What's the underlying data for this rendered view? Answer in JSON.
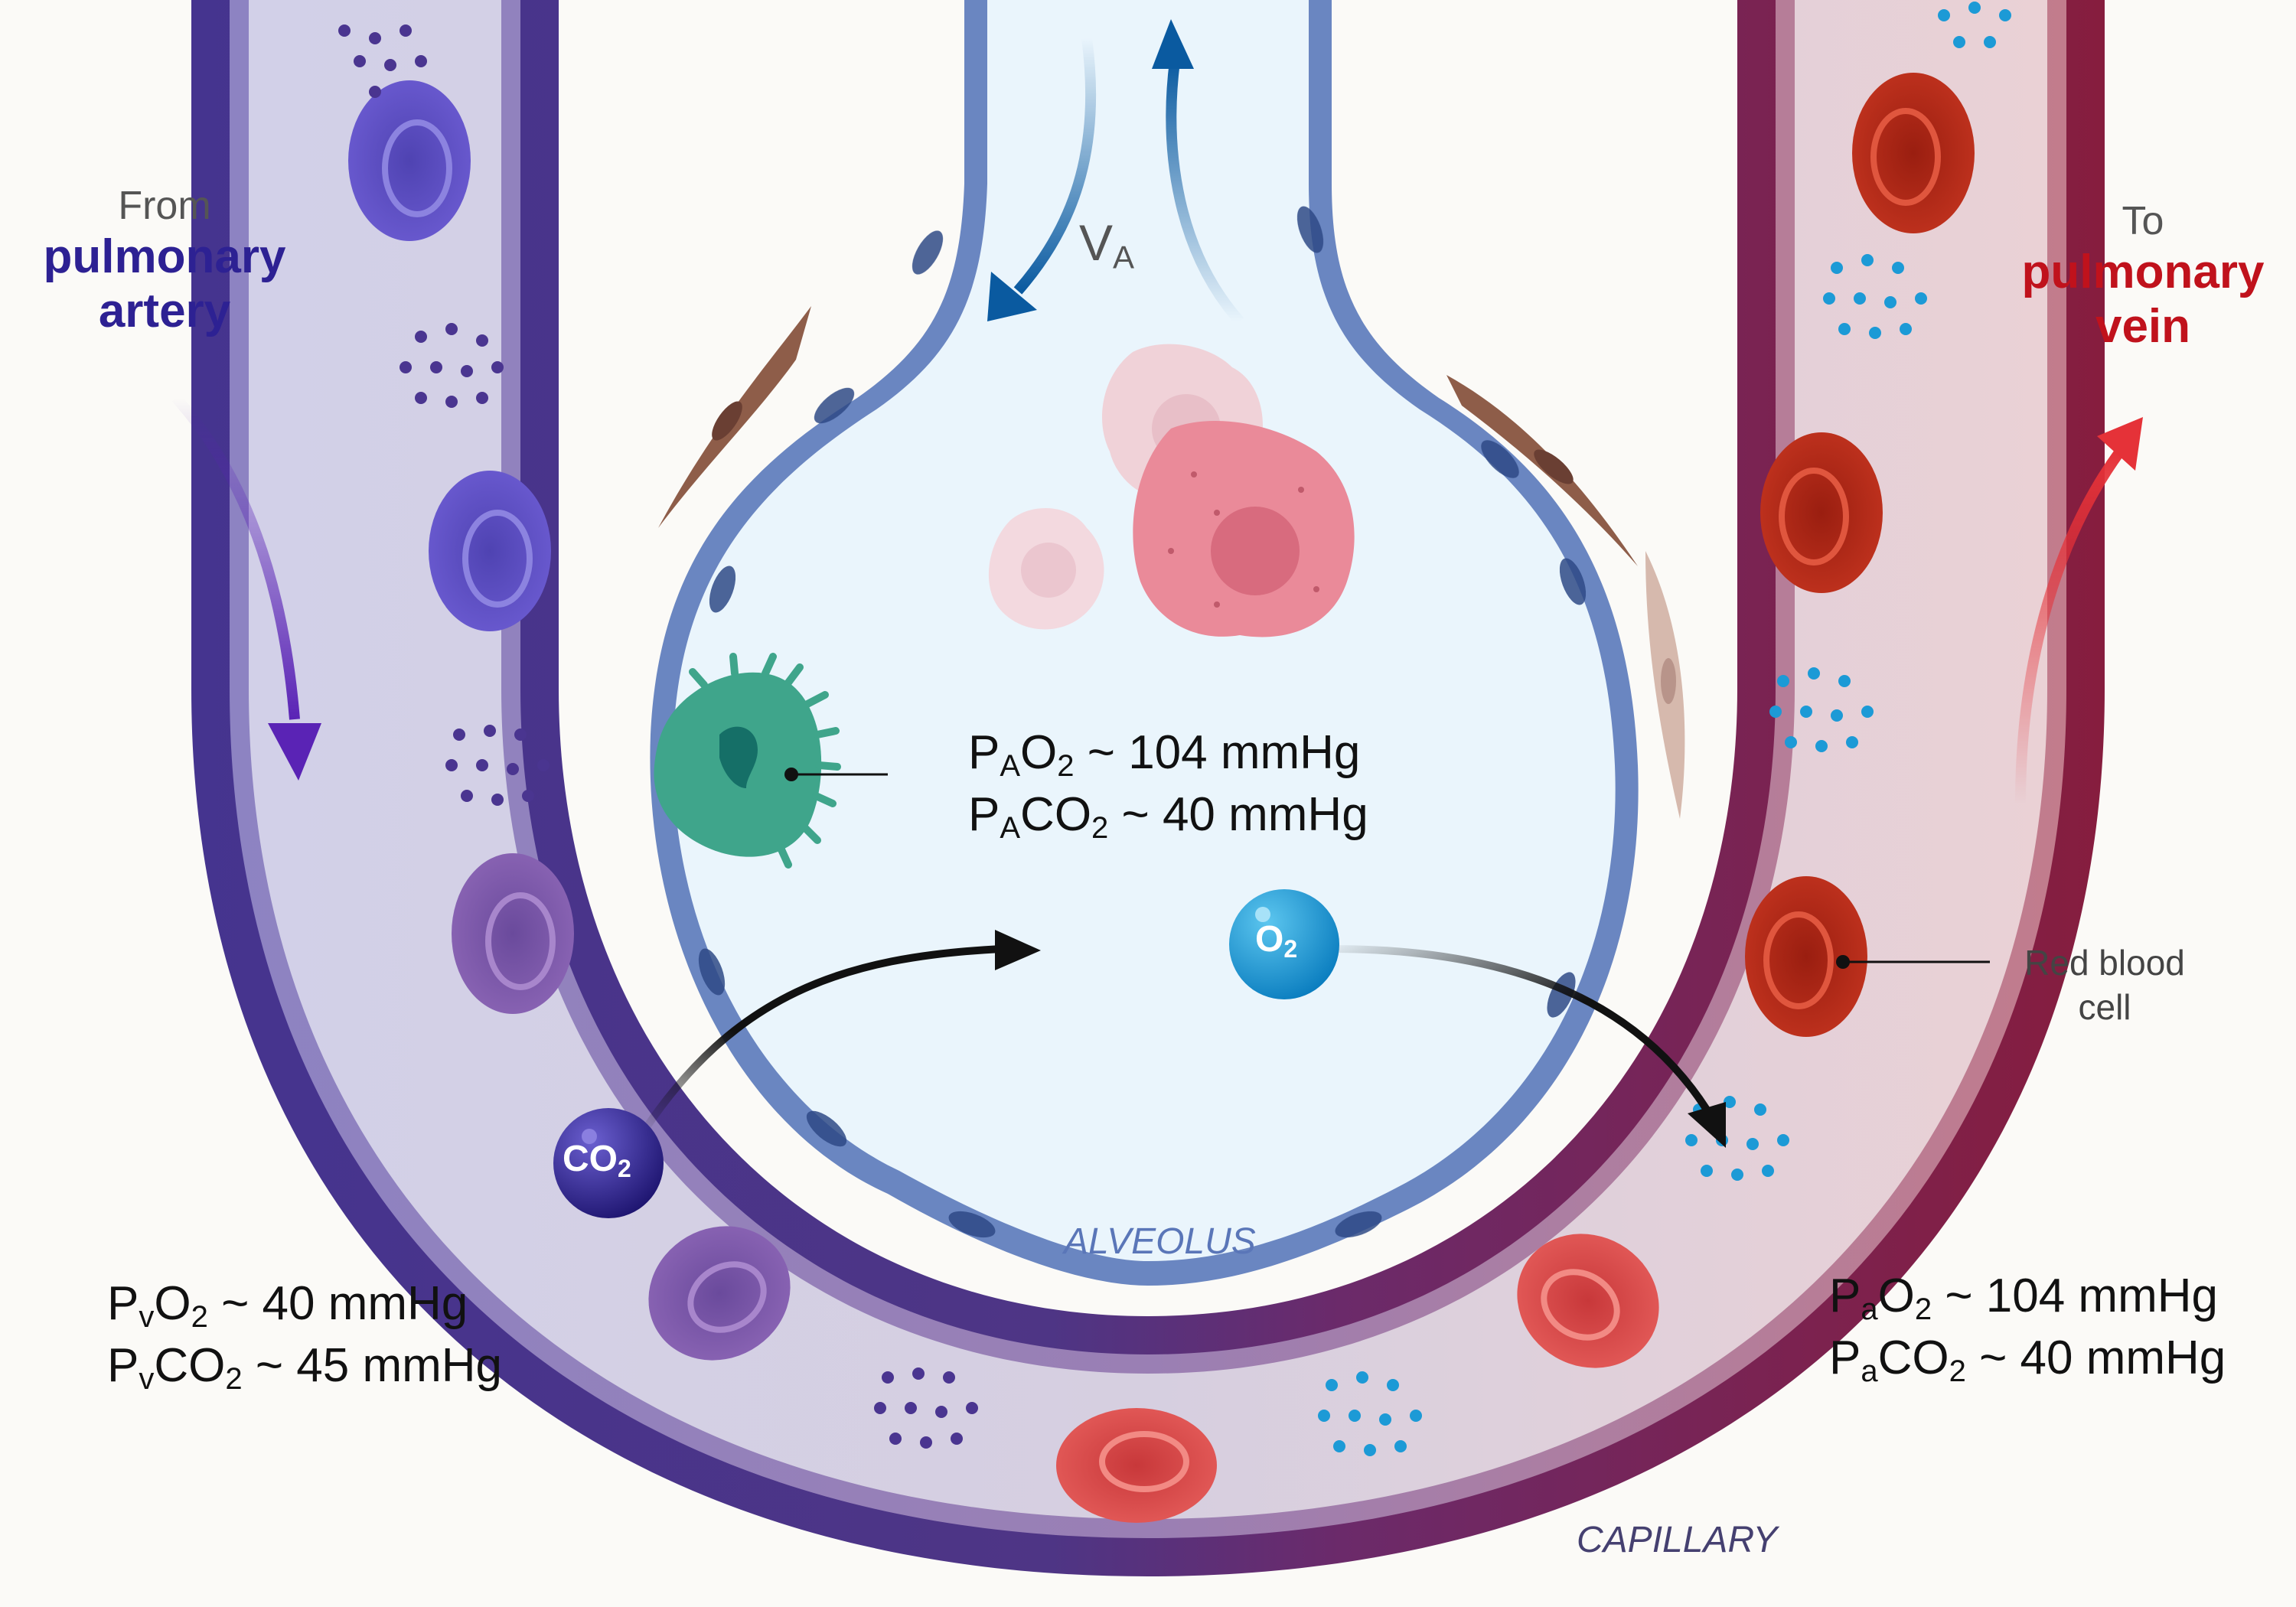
{
  "labels": {
    "from": "From",
    "pulmonary_artery_1": "pulmonary",
    "pulmonary_artery_2": "artery",
    "to": "To",
    "pulmonary_vein_1": "pulmonary",
    "pulmonary_vein_2": "vein",
    "ventilation_main": "V",
    "ventilation_sub": "A",
    "alveolus": "ALVEOLUS",
    "capillary": "CAPILLARY",
    "rbc_line1": "Red blood",
    "rbc_line2": "cell"
  },
  "gases": {
    "alveolar": [
      {
        "p": "P",
        "sub": "A",
        "gas": "O",
        "gas_sub": "2",
        "value": " ~ 104 mmHg"
      },
      {
        "p": "P",
        "sub": "A",
        "gas": "CO",
        "gas_sub": "2",
        "value": " ~ 40 mmHg"
      }
    ],
    "venous": [
      {
        "p": "P",
        "sub": "v",
        "gas": "O",
        "gas_sub": "2",
        "value": " ~ 40 mmHg"
      },
      {
        "p": "P",
        "sub": "v",
        "gas": "CO",
        "gas_sub": "2",
        "value": " ~ 45 mmHg"
      }
    ],
    "arterial": [
      {
        "p": "P",
        "sub": "a",
        "gas": "O",
        "gas_sub": "2",
        "value": " ~ 104 mmHg"
      },
      {
        "p": "P",
        "sub": "a",
        "gas": "CO",
        "gas_sub": "2",
        "value": " ~ 40 mmHg"
      }
    ]
  },
  "molecules": {
    "co2_main": "CO",
    "co2_sub": "2",
    "o2_main": "O",
    "o2_sub": "2"
  },
  "colors": {
    "venous": "#4b3790",
    "arterial": "#8a1e3c",
    "alveolus_wall": "#6a86c1",
    "alveolus_fill": "#eaf5fc",
    "blood_venous": "#5b4fb8",
    "blood_arterial": "#b5281e",
    "artery_text": "#2d2193",
    "vein_text": "#c0121c"
  }
}
